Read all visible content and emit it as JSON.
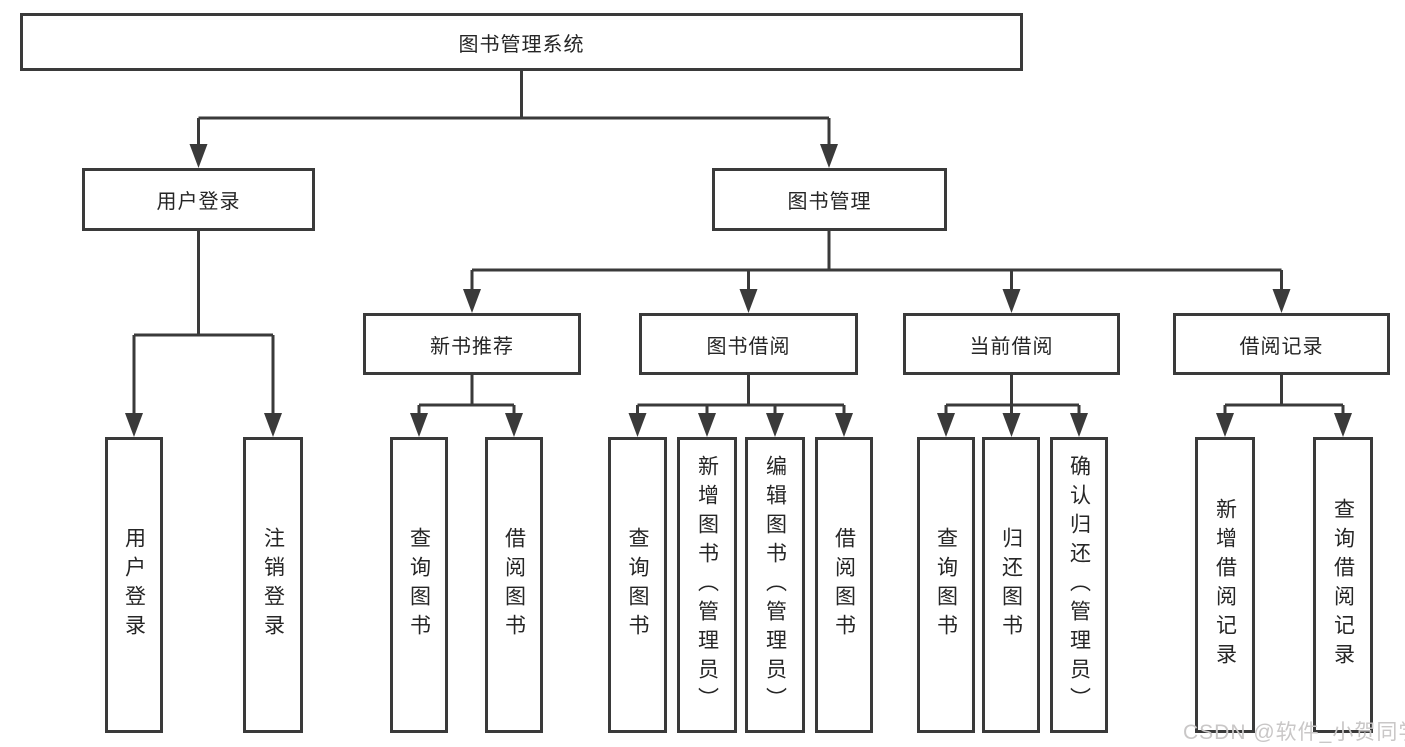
{
  "diagram": {
    "title": "图书管理系统",
    "root": {
      "label": "图书管理系统"
    },
    "level2": [
      {
        "label": "用户登录"
      },
      {
        "label": "图书管理"
      }
    ],
    "level3": [
      {
        "label": "新书推荐"
      },
      {
        "label": "图书借阅"
      },
      {
        "label": "当前借阅"
      },
      {
        "label": "借阅记录"
      }
    ],
    "leaves": {
      "user_login": [
        "用户登录",
        "注销登录"
      ],
      "new_book_recommend": [
        "查询图书",
        "借阅图书"
      ],
      "book_borrow": [
        "查询图书",
        "新增图书（管理员）",
        "编辑图书（管理员）",
        "借阅图书"
      ],
      "current_borrow": [
        "查询图书",
        "归还图书",
        "确认归还（管理员）"
      ],
      "borrow_record": [
        "新增借阅记录",
        "查询借阅记录"
      ]
    },
    "line_color": "#3a3a3a"
  },
  "watermark": {
    "text": "CSDN @软件_小贺同学"
  }
}
